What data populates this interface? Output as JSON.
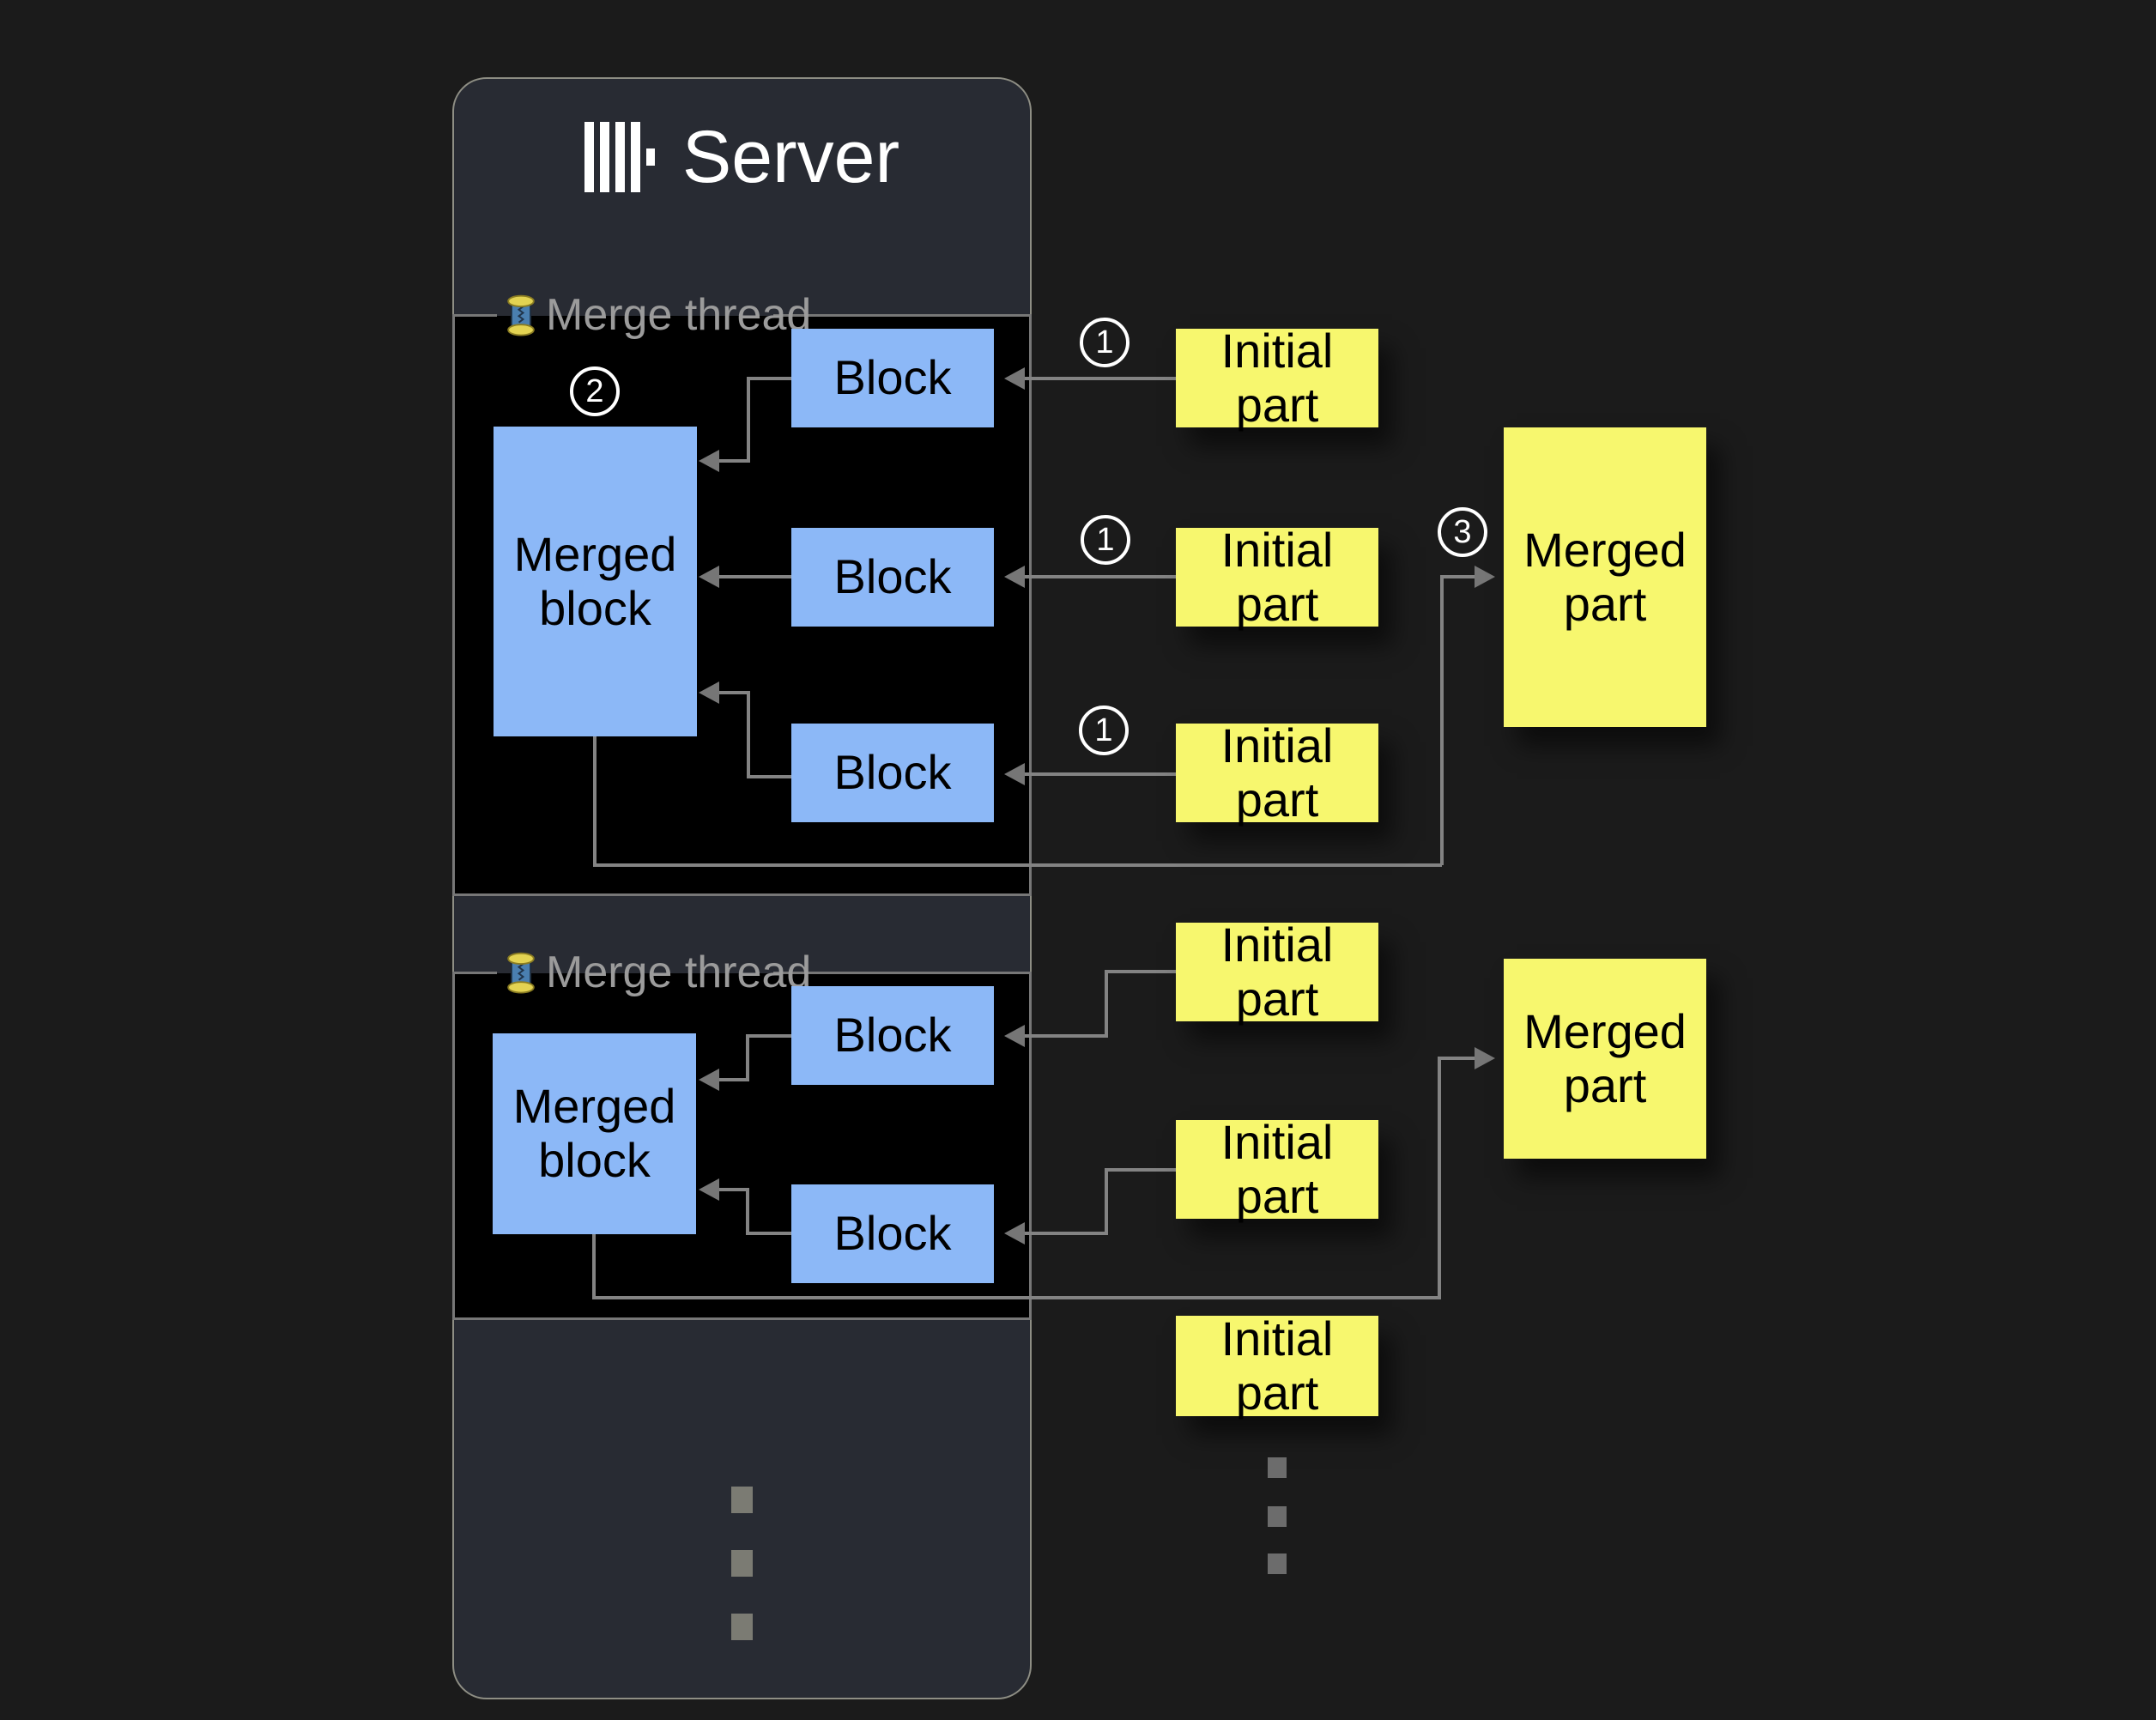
{
  "diagram": {
    "server": {
      "title": "Server",
      "logo": "clickhouse-logo"
    },
    "thread_label": "Merge thread",
    "thread_icon": "thread-spool-emoji",
    "labels": {
      "block": "Block",
      "merged_block": "Merged block",
      "initial_part": "Initial part",
      "merged_part": "Merged part"
    },
    "steps": {
      "s1": "1",
      "s2": "2",
      "s3": "3"
    },
    "colors": {
      "background": "#1b1b1b",
      "panel_bg": "#282b33",
      "panel_border": "#8e8e84",
      "thread_bg": "#000000",
      "thread_border": "#777777",
      "block_fill": "#8cb8f7",
      "part_fill": "#f7f76e",
      "line": "#838383",
      "label_text": "#9b9b9b",
      "step_text": "#ffffff"
    },
    "ellipsis": {
      "server_dots": 3,
      "parts_dots": 3
    }
  }
}
